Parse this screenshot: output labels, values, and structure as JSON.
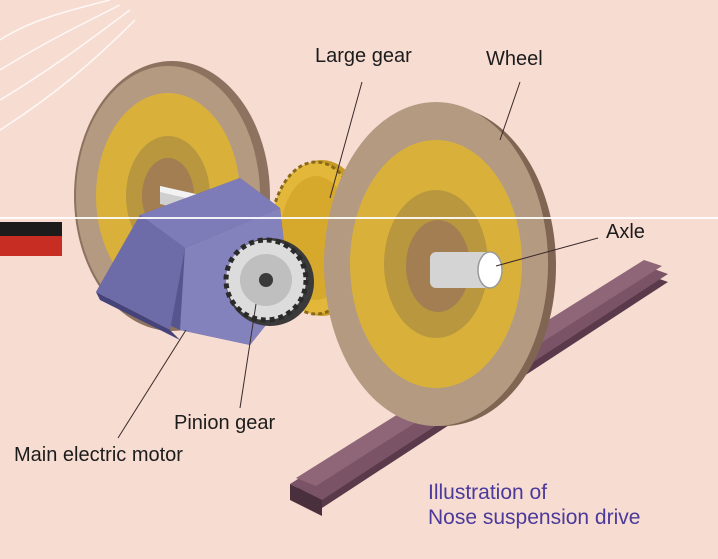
{
  "labels": {
    "large_gear": "Large gear",
    "wheel": "Wheel",
    "axle": "Axle",
    "pinion_gear": "Pinion gear",
    "main_motor": "Main electric motor"
  },
  "caption": {
    "line1": "Illustration of",
    "line2": "Nose suspension drive"
  },
  "colors": {
    "background": "#f7dcd2",
    "wheel_rim": "#b59a82",
    "wheel_hub": "#d9b13a",
    "motor": "#6e6ca8",
    "gear": "#e3b83a",
    "pinion": "#8a8a8a",
    "rail": "#6b4457",
    "caption": "#4b3a9a"
  }
}
